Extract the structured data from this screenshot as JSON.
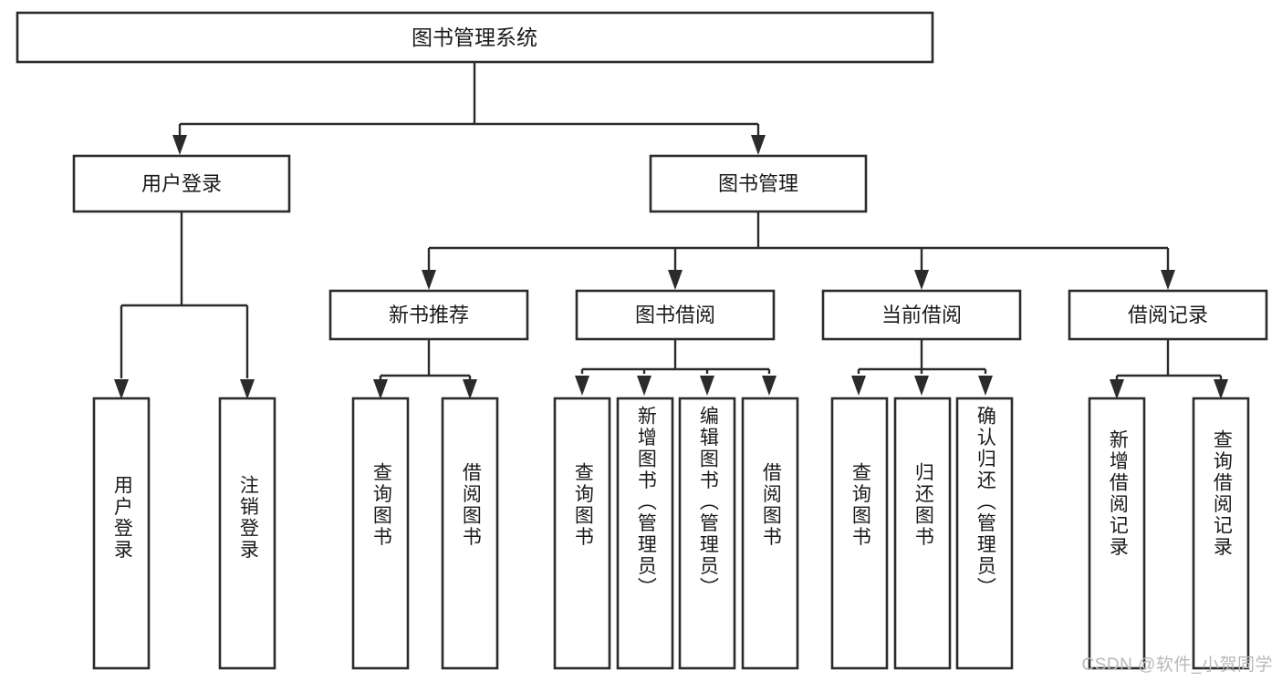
{
  "diagram": {
    "title": "图书管理系统",
    "type": "tree-hierarchy-diagram",
    "watermark": "CSDN @软件_小贺同学",
    "colors": {
      "box_stroke": "#2b2b2b",
      "box_fill": "#ffffff",
      "text": "#1a1a1a",
      "background": "#ffffff",
      "watermark": "#b9b9b9"
    },
    "root": {
      "label": "图书管理系统"
    },
    "level2": [
      {
        "id": "user-login",
        "label": "用户登录"
      },
      {
        "id": "book-management",
        "label": "图书管理"
      }
    ],
    "level3": [
      {
        "id": "new-book-recommend",
        "label": "新书推荐"
      },
      {
        "id": "book-borrow",
        "label": "图书借阅"
      },
      {
        "id": "current-borrow",
        "label": "当前借阅"
      },
      {
        "id": "borrow-record",
        "label": "借阅记录"
      }
    ],
    "leaves": {
      "user_login": [
        {
          "id": "leaf-user-login",
          "label": "用户登录"
        },
        {
          "id": "leaf-logout-login",
          "label": "注销登录"
        }
      ],
      "new_book_recommend": [
        {
          "id": "leaf-query-book-1",
          "label": "查询图书"
        },
        {
          "id": "leaf-borrow-book-1",
          "label": "借阅图书"
        }
      ],
      "book_borrow": [
        {
          "id": "leaf-query-book-2",
          "label": "查询图书"
        },
        {
          "id": "leaf-add-book-admin",
          "label": "新增图书（管理员）"
        },
        {
          "id": "leaf-edit-book-admin",
          "label": "编辑图书（管理员）"
        },
        {
          "id": "leaf-borrow-book-2",
          "label": "借阅图书"
        }
      ],
      "current_borrow": [
        {
          "id": "leaf-query-book-3",
          "label": "查询图书"
        },
        {
          "id": "leaf-return-book",
          "label": "归还图书"
        },
        {
          "id": "leaf-confirm-return-admin",
          "label": "确认归还（管理员）"
        }
      ],
      "borrow_record": [
        {
          "id": "leaf-add-borrow-record",
          "label": "新增借阅记录"
        },
        {
          "id": "leaf-query-borrow-record",
          "label": "查询借阅记录"
        }
      ]
    }
  }
}
